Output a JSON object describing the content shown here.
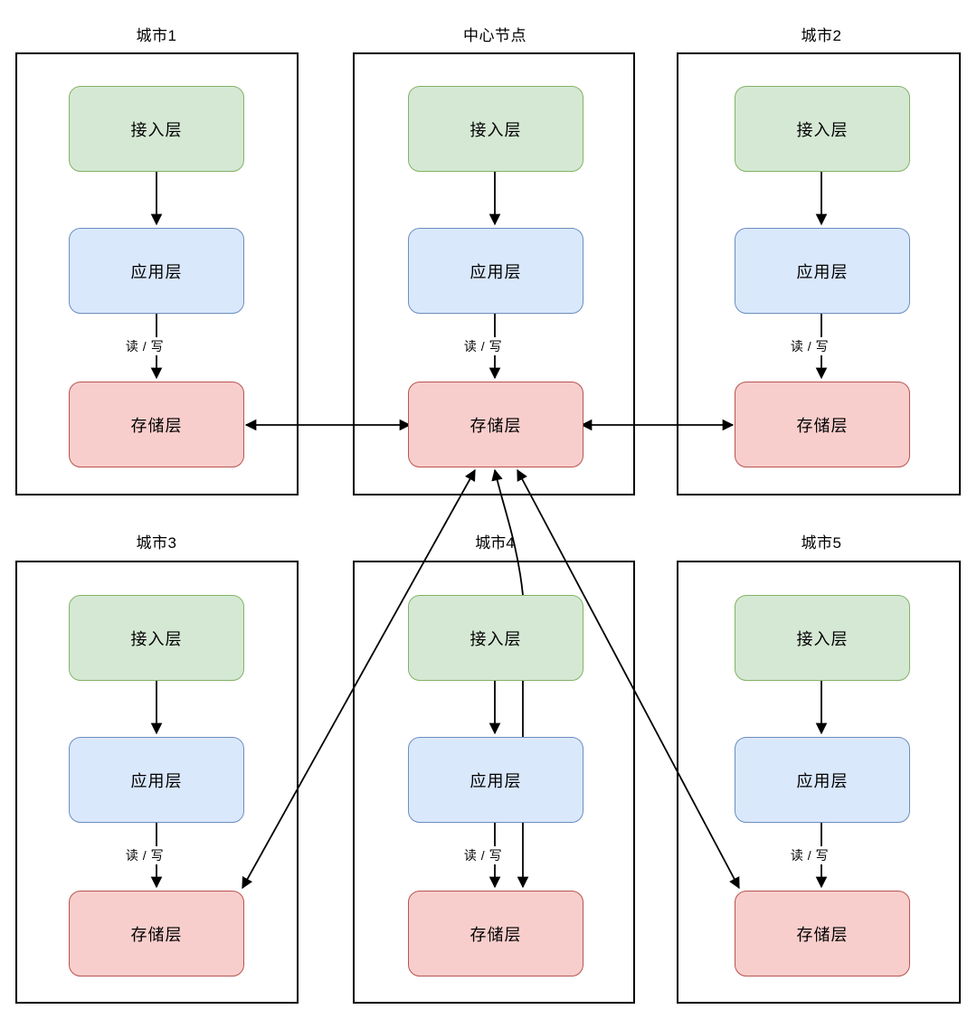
{
  "diagram": {
    "title_center": "中心节点",
    "layer_labels": {
      "access": "接入层",
      "app": "应用层",
      "storage": "存储层"
    },
    "edge_label_rw": "读 / 写",
    "colors": {
      "access_fill": "#d5e8d4",
      "access_stroke": "#82b366",
      "app_fill": "#dae8fc",
      "app_stroke": "#6c8ebf",
      "storage_fill": "#f8cecc",
      "storage_stroke": "#b85450",
      "container_stroke": "#000000",
      "edge_stroke": "#000000",
      "background": "#ffffff"
    },
    "groups": [
      {
        "id": "city1",
        "title": "城市1"
      },
      {
        "id": "center",
        "title": "中心节点"
      },
      {
        "id": "city2",
        "title": "城市2"
      },
      {
        "id": "city3",
        "title": "城市3"
      },
      {
        "id": "city4",
        "title": "城市4"
      },
      {
        "id": "city5",
        "title": "城市5"
      }
    ],
    "group_nodes": {
      "city1": {
        "access": "接入层",
        "app": "应用层",
        "storage": "存储层",
        "rw": "读 / 写"
      },
      "center": {
        "access": "接入层",
        "app": "应用层",
        "storage": "存储层",
        "rw": "读 / 写"
      },
      "city2": {
        "access": "接入层",
        "app": "应用层",
        "storage": "存储层",
        "rw": "读 / 写"
      },
      "city3": {
        "access": "接入层",
        "app": "应用层",
        "storage": "存储层",
        "rw": "读 / 写"
      },
      "city4": {
        "access": "接入层",
        "app": "应用层",
        "storage": "存储层",
        "rw": "读 / 写"
      },
      "city5": {
        "access": "接入层",
        "app": "应用层",
        "storage": "存储层",
        "rw": "读 / 写"
      }
    }
  }
}
